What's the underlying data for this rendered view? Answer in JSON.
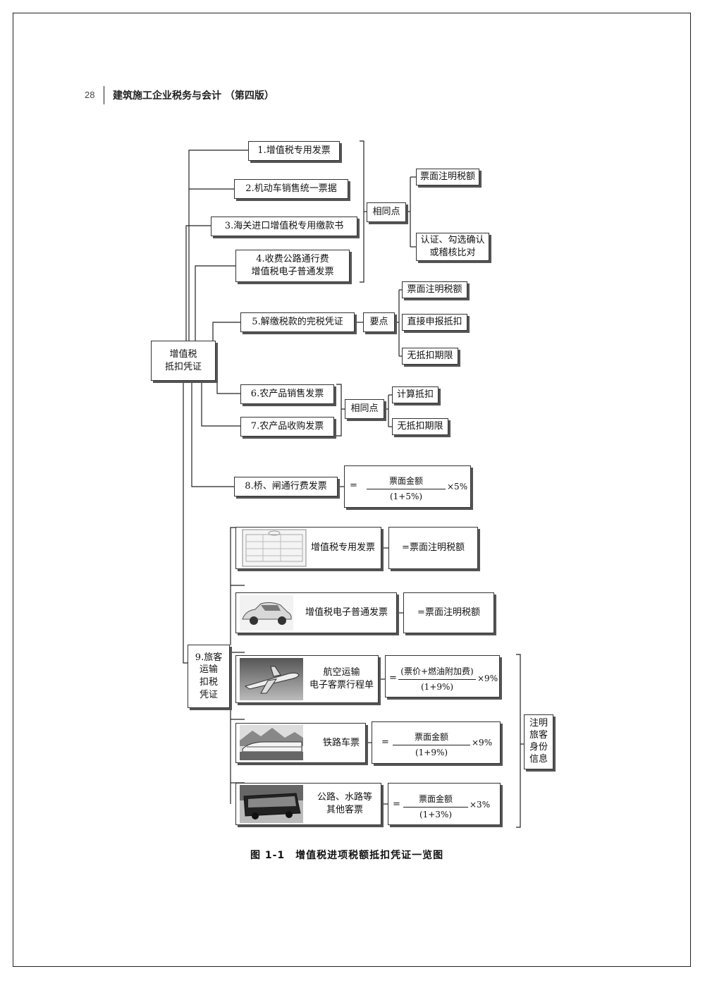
{
  "header": {
    "page_number": "28",
    "book_title": "建筑施工企业税务与会计 （第四版）"
  },
  "root": "增值税\n抵扣凭证",
  "items": {
    "i1": "1.增值税专用发票",
    "i2": "2.机动车销售统一票据",
    "i3": "3.海关进口增值税专用缴款书",
    "i4": "4.收费公路通行费\n增值税电子普通发票",
    "i5": "5.解缴税款的完税凭证",
    "i6": "6.农产品销售发票",
    "i7": "7.农产品收购发票",
    "i8": "8.桥、闸通行费发票",
    "i9": "9.旅客\n运输\n扣税\n凭证"
  },
  "group1": {
    "label": "相同点",
    "a": "票面注明税额",
    "b": "认证、勾选确认\n或稽核比对"
  },
  "group5": {
    "label": "要点",
    "a": "票面注明税额",
    "b": "直接申报抵扣",
    "c": "无抵扣期限"
  },
  "group67": {
    "label": "相同点",
    "a": "计算抵扣",
    "b": "无抵扣期限"
  },
  "formula8": {
    "eq": "=",
    "num": "票面金额",
    "den": "(1+5%)",
    "mult": "×5%"
  },
  "passenger": {
    "p1": {
      "label": "增值税专用发票",
      "result": "=票面注明税额"
    },
    "p2": {
      "label": "增值税电子普通发票",
      "result": "=票面注明税额"
    },
    "p3": {
      "label": "航空运输\n电子客票行程单",
      "eq": "=",
      "num": "(票价+燃油附加费)",
      "den": "(1+9%)",
      "mult": "×9%"
    },
    "p4": {
      "label": "铁路车票",
      "eq": "=",
      "num": "票面金额",
      "den": "(1+9%)",
      "mult": "×9%"
    },
    "p5": {
      "label": "公路、水路等\n其他客票",
      "eq": "=",
      "num": "票面金额",
      "den": "(1+3%)",
      "mult": "×3%"
    },
    "note": "注明\n旅客\n身份\n信息"
  },
  "caption": "图 1-1　增值税进项税额抵扣凭证一览图",
  "icons": [
    "invoice-image",
    "car-image",
    "airplane-image",
    "train-image",
    "bus-image"
  ]
}
